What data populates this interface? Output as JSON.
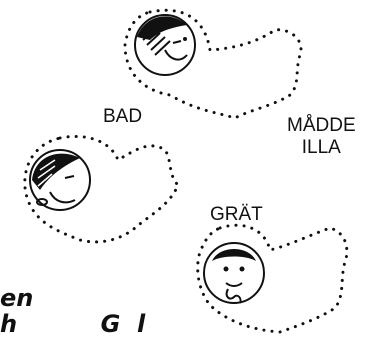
{
  "labels": {
    "bad": "BAD",
    "madde_illa": "MÅDDE\nILLA",
    "grat": "GRÄT"
  },
  "bottom_text": {
    "line1": "en",
    "line2": "h          G  l"
  },
  "icons": {
    "face_top": "sleeping-face-icon",
    "face_left": "crying-face-icon",
    "face_bottom": "sick-face-icon"
  },
  "colors": {
    "ink": "#111111",
    "background": "#ffffff"
  }
}
